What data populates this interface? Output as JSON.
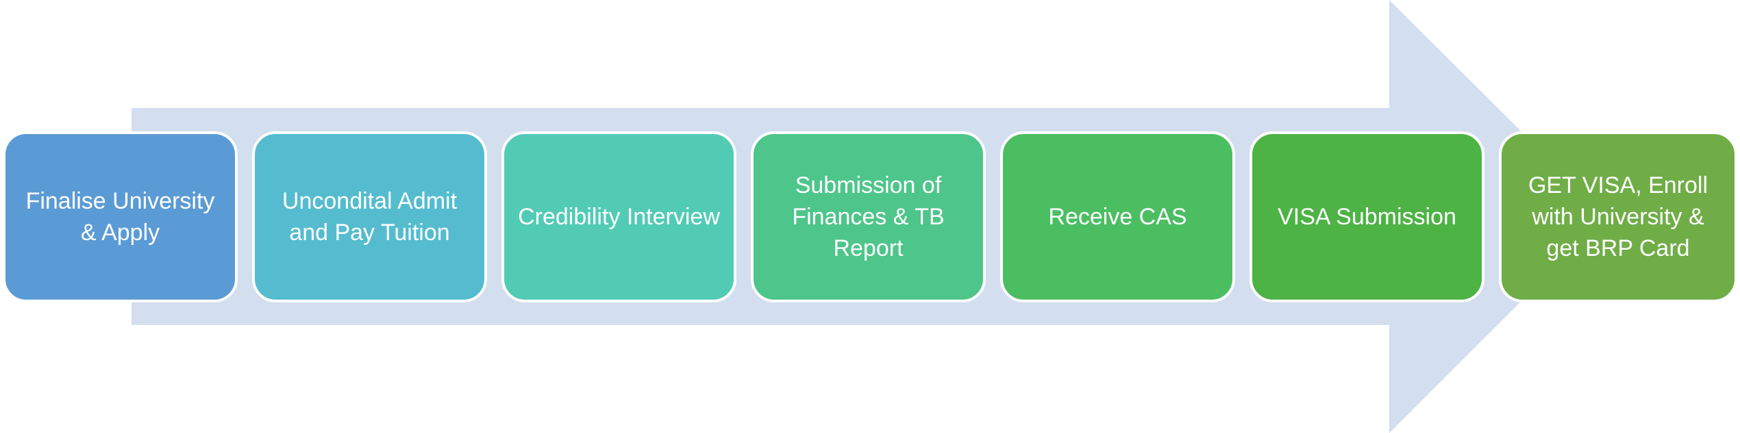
{
  "flow": {
    "arrow_color": "#d3deef",
    "steps": [
      {
        "label": "Finalise University & Apply",
        "color": "#5b9bd5"
      },
      {
        "label": "Uncondital Admit and Pay Tuition",
        "color": "#55bccf"
      },
      {
        "label": "Credibility Interview",
        "color": "#52cbb5"
      },
      {
        "label": "Submission of Finances & TB Report",
        "color": "#4ec58a"
      },
      {
        "label": "Receive CAS",
        "color": "#4bbe62"
      },
      {
        "label": "VISA Submission",
        "color": "#4db344"
      },
      {
        "label": "GET VISA, Enroll with University & get BRP Card",
        "color": "#70ad47"
      }
    ]
  }
}
